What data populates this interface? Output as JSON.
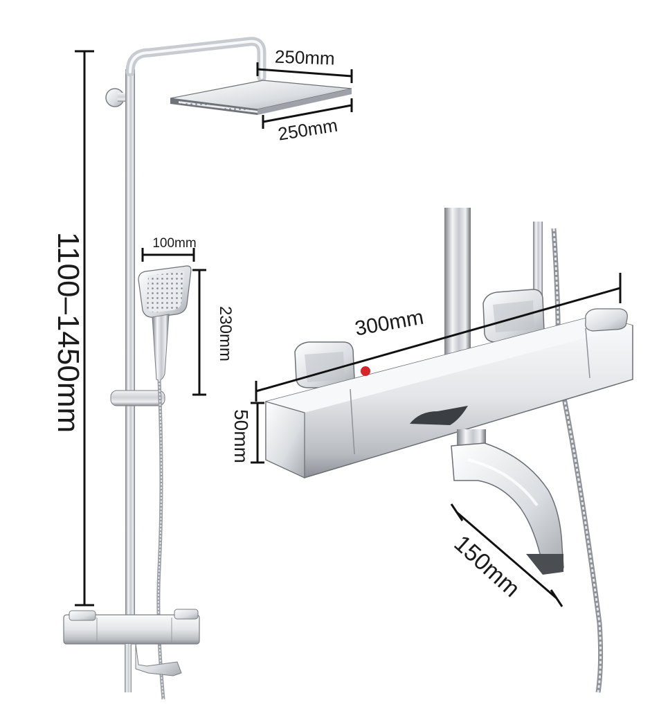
{
  "dimensions": {
    "total_height": "1100–1450mm",
    "head_width": "250mm",
    "head_depth": "250mm",
    "handheld_width": "100mm",
    "handheld_height": "230mm",
    "mixer_length": "300mm",
    "mixer_height": "50mm",
    "spout_length": "150mm"
  },
  "colors": {
    "chrome_light": "#f4f4f6",
    "chrome_mid": "#c9cbd0",
    "chrome_dark": "#6d7076",
    "line": "#111111",
    "hot_indicator": "#d8232a"
  }
}
